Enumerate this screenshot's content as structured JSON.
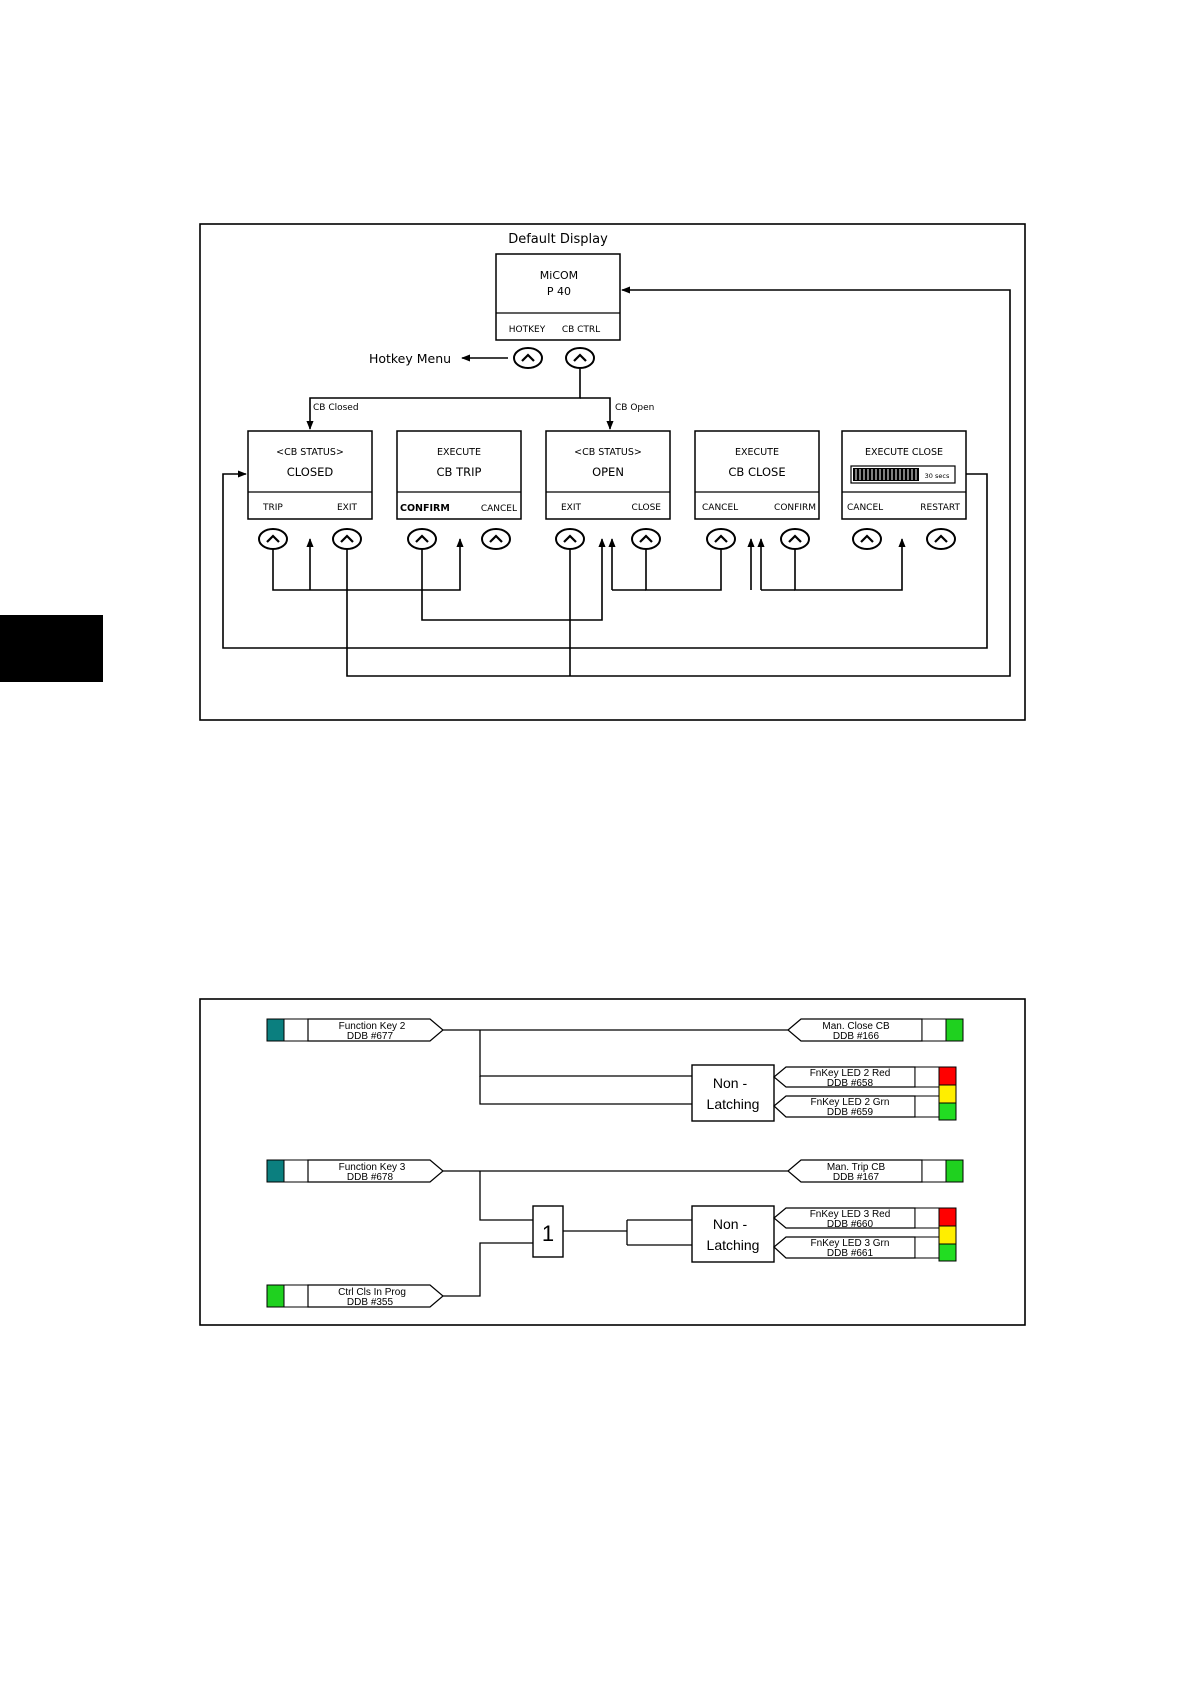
{
  "page": {
    "side_tab_color": "#000000"
  },
  "menu_diagram": {
    "title": "Default Display",
    "default_box": {
      "line1": "MiCOM",
      "line2": "P  40",
      "left_key": "HOTKEY",
      "right_key": "CB CTRL"
    },
    "hotkey_menu_label": "Hotkey Menu",
    "branch_left_label": "CB Closed",
    "branch_right_label": "CB Open",
    "screens": [
      {
        "line1": "<CB STATUS>",
        "line2": "CLOSED",
        "left_key": "TRIP",
        "right_key": "EXIT"
      },
      {
        "line1": "EXECUTE",
        "line2": "CB TRIP",
        "left_key": "CONFIRM",
        "right_key": "CANCEL"
      },
      {
        "line1": "<CB STATUS>",
        "line2": "OPEN",
        "left_key": "EXIT",
        "right_key": "CLOSE"
      },
      {
        "line1": "EXECUTE",
        "line2": "CB CLOSE",
        "left_key": "CANCEL",
        "right_key": "CONFIRM"
      },
      {
        "line1": "EXECUTE CLOSE",
        "line2": "",
        "timer": "30 secs",
        "left_key": "CANCEL",
        "right_key": "RESTART"
      }
    ]
  },
  "logic_diagram": {
    "colors": {
      "input_teal": "#0b7f7f",
      "input_green": "#1fd11f",
      "led_red": "#ff0000",
      "led_yellow": "#ffee00",
      "led_green": "#22dd22"
    },
    "rung1": {
      "input": {
        "name": "Function Key 2",
        "ddb": "DDB #677"
      },
      "output": {
        "name": "Man. Close CB",
        "ddb": "DDB #166"
      },
      "block": {
        "line1": "Non -",
        "line2": "Latching"
      },
      "led_red": {
        "name": "FnKey LED 2 Red",
        "ddb": "DDB #658"
      },
      "led_green": {
        "name": "FnKey LED 2 Grn",
        "ddb": "DDB #659"
      }
    },
    "rung2": {
      "input": {
        "name": "Function Key 3",
        "ddb": "DDB #678"
      },
      "input2": {
        "name": "Ctrl Cls In Prog",
        "ddb": "DDB #355"
      },
      "or_gate": "1",
      "output": {
        "name": "Man. Trip CB",
        "ddb": "DDB #167"
      },
      "block": {
        "line1": "Non -",
        "line2": "Latching"
      },
      "led_red": {
        "name": "FnKey LED 3 Red",
        "ddb": "DDB #660"
      },
      "led_green": {
        "name": "FnKey LED 3 Grn",
        "ddb": "DDB #661"
      }
    }
  }
}
